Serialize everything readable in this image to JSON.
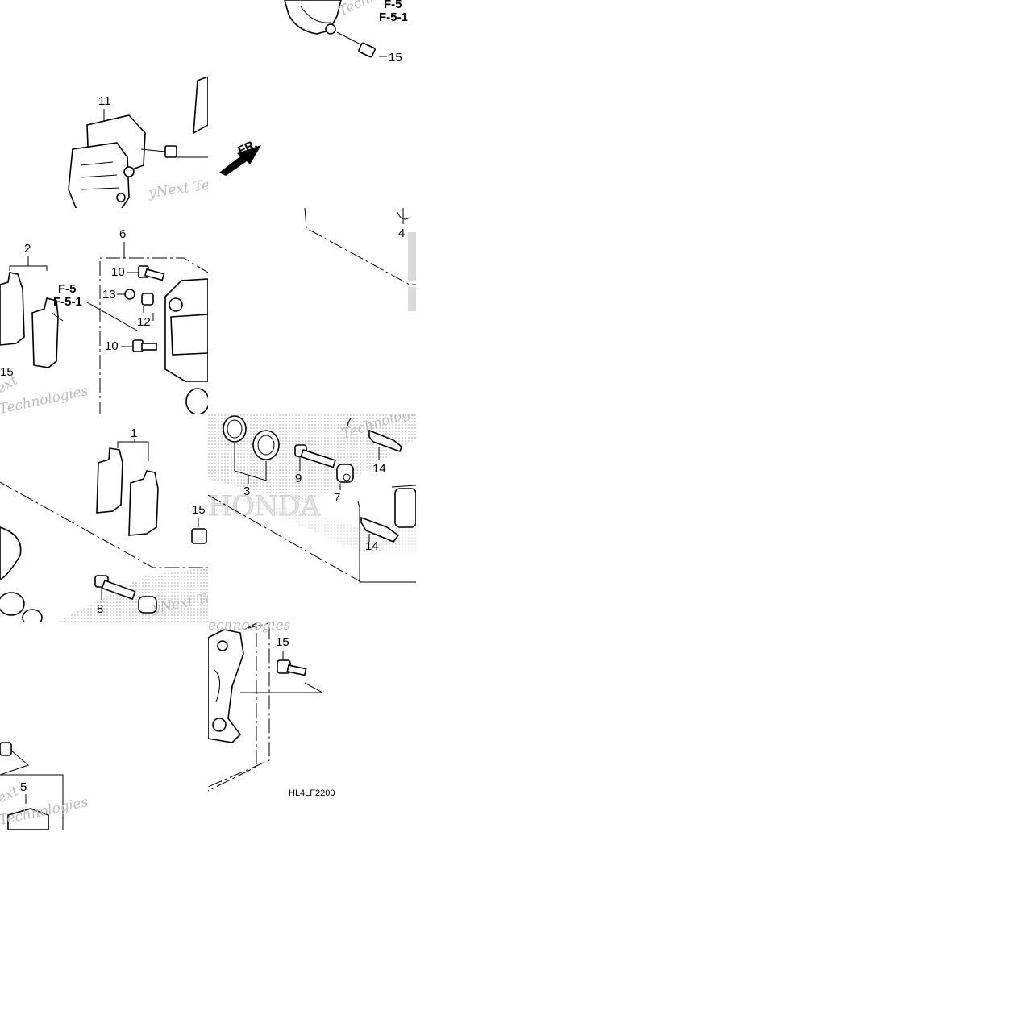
{
  "diagram": {
    "code": "HL4LF2200",
    "direction_arrow": "FR.",
    "ref_f5": "F-5",
    "ref_f51": "F-5-1",
    "watermark": {
      "text_a": "Technologies",
      "text_b": "yNext Tec",
      "text_c": "ext"
    },
    "logo": "HONDA",
    "callouts": {
      "n1": "1",
      "n2": "2",
      "n3": "3",
      "n4": "4",
      "n5": "5",
      "n6": "6",
      "n7": "7",
      "n8": "8",
      "n9": "9",
      "n10": "10",
      "n11": "11",
      "n12": "12",
      "n13": "13",
      "n14": "14",
      "n15": "15"
    }
  }
}
